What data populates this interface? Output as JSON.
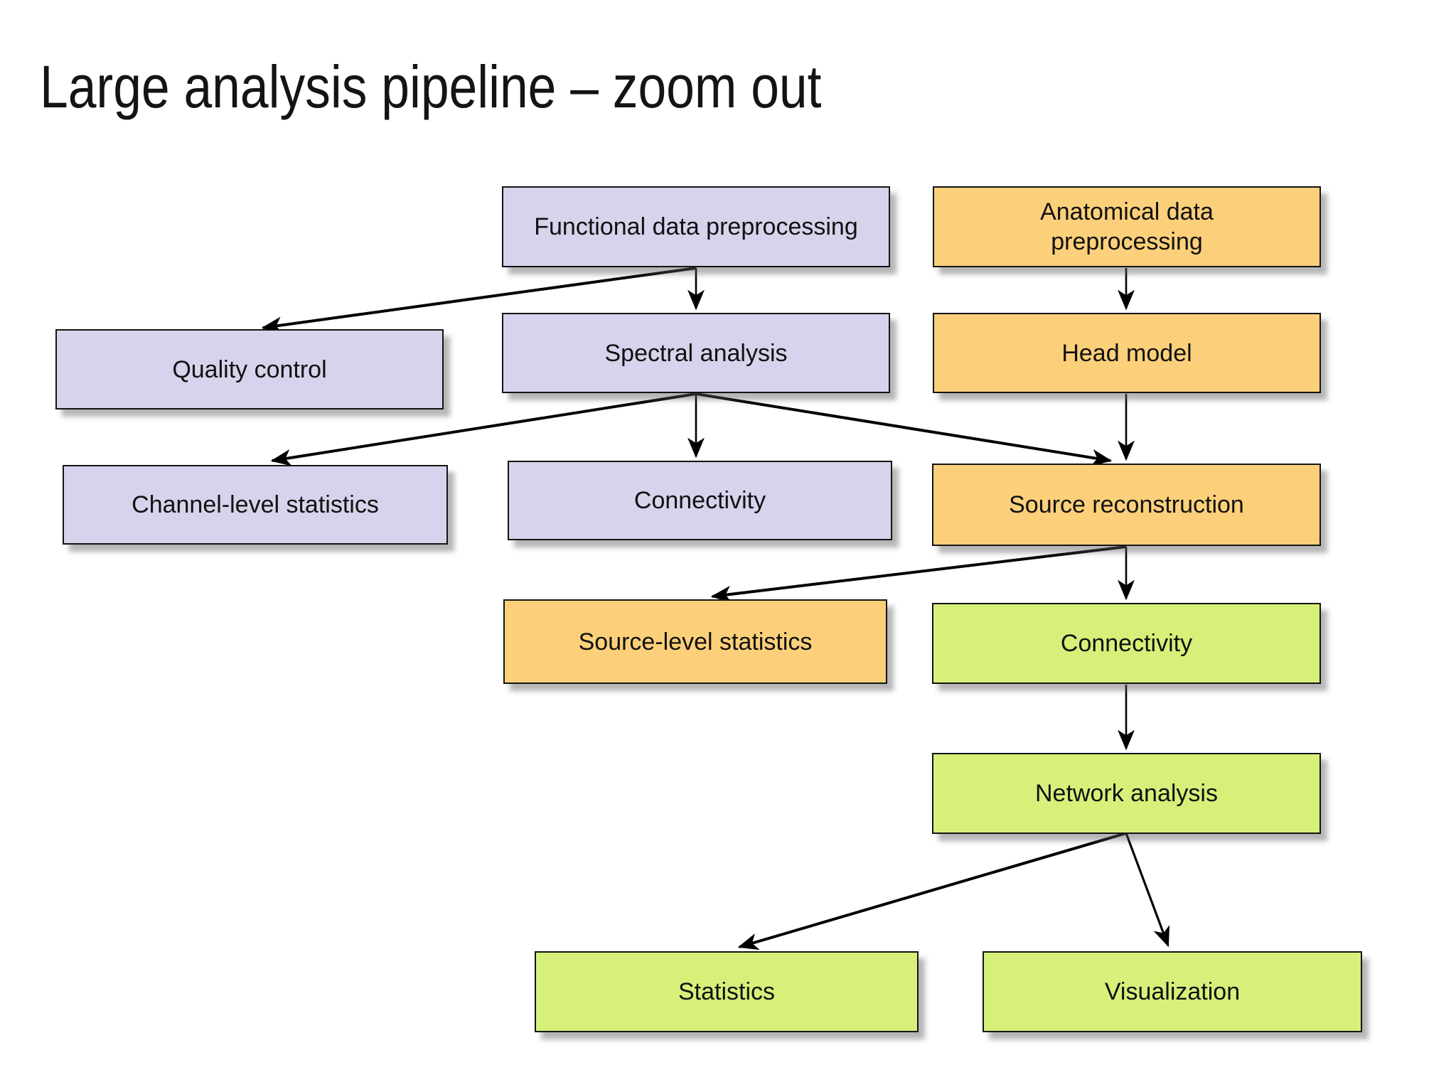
{
  "title": "Large analysis pipeline – zoom out",
  "colors": {
    "box_purple": "#d6d3ec",
    "box_orange": "#fcd07a",
    "box_green": "#d6f07a",
    "box_border": "#141414",
    "arrow": "#000000",
    "background": "#ffffff",
    "title_text": "#141414"
  },
  "diagram": {
    "nodes": [
      {
        "id": "functional-data-preprocessing",
        "label": "Functional data preprocessing",
        "color": "purple"
      },
      {
        "id": "anatomical-data-preprocessing",
        "label": "Anatomical data preprocessing",
        "color": "orange"
      },
      {
        "id": "quality-control",
        "label": "Quality control",
        "color": "purple"
      },
      {
        "id": "spectral-analysis",
        "label": "Spectral analysis",
        "color": "purple"
      },
      {
        "id": "head-model",
        "label": "Head model",
        "color": "orange"
      },
      {
        "id": "channel-level-statistics",
        "label": "Channel-level statistics",
        "color": "purple"
      },
      {
        "id": "connectivity-channel",
        "label": "Connectivity",
        "color": "purple"
      },
      {
        "id": "source-reconstruction",
        "label": "Source reconstruction",
        "color": "orange"
      },
      {
        "id": "source-level-statistics",
        "label": "Source-level statistics",
        "color": "orange"
      },
      {
        "id": "connectivity-source",
        "label": "Connectivity",
        "color": "green"
      },
      {
        "id": "network-analysis",
        "label": "Network analysis",
        "color": "green"
      },
      {
        "id": "statistics",
        "label": "Statistics",
        "color": "green"
      },
      {
        "id": "visualization",
        "label": "Visualization",
        "color": "green"
      }
    ],
    "edges": [
      {
        "from": "functional-data-preprocessing",
        "to": "quality-control"
      },
      {
        "from": "functional-data-preprocessing",
        "to": "spectral-analysis"
      },
      {
        "from": "anatomical-data-preprocessing",
        "to": "head-model"
      },
      {
        "from": "spectral-analysis",
        "to": "channel-level-statistics"
      },
      {
        "from": "spectral-analysis",
        "to": "connectivity-channel"
      },
      {
        "from": "spectral-analysis",
        "to": "source-reconstruction"
      },
      {
        "from": "head-model",
        "to": "source-reconstruction"
      },
      {
        "from": "source-reconstruction",
        "to": "source-level-statistics"
      },
      {
        "from": "source-reconstruction",
        "to": "connectivity-source"
      },
      {
        "from": "connectivity-source",
        "to": "network-analysis"
      },
      {
        "from": "network-analysis",
        "to": "statistics"
      },
      {
        "from": "network-analysis",
        "to": "visualization"
      }
    ]
  }
}
